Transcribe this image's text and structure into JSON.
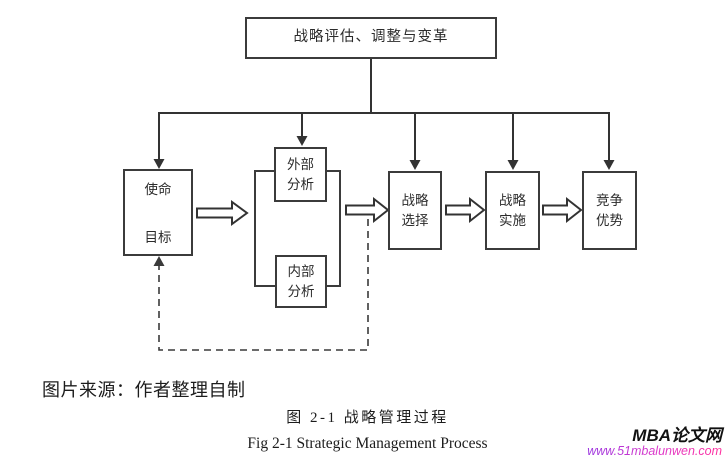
{
  "diagram": {
    "boxes": {
      "evaluation": {
        "label": "战略评估、调整与变革"
      },
      "mission": {
        "top": "使命",
        "bottom": "目标"
      },
      "external": {
        "line1": "外部",
        "line2": "分析"
      },
      "internal": {
        "line1": "内部",
        "line2": "分析"
      },
      "choice": {
        "line1": "战略",
        "line2": "选择"
      },
      "implementation": {
        "line1": "战略",
        "line2": "实施"
      },
      "advantage": {
        "line1": "竞争",
        "line2": "优势"
      }
    },
    "flow": [
      "使命/目标 → 外部分析+内部分析 → 战略选择 → 战略实施 → 竞争优势",
      "战略评估、调整与变革 feeds down into all five stages",
      "dashed feedback loop returns from analysis output to 使命/目标"
    ],
    "colors": {
      "line": "#333333",
      "box_border": "#3b3b3b",
      "background": "#ffffff"
    }
  },
  "captions": {
    "source_note": "图片来源：作者整理自制",
    "figure_cn": "图 2-1 战略管理过程",
    "figure_en": "Fig 2-1 Strategic Management Process"
  },
  "watermark": {
    "site_name": "MBA论文网",
    "site_url": "www.51mbalunwen.com",
    "url_color_start": "#9a35e0",
    "url_color_end": "#ff2f9e"
  }
}
